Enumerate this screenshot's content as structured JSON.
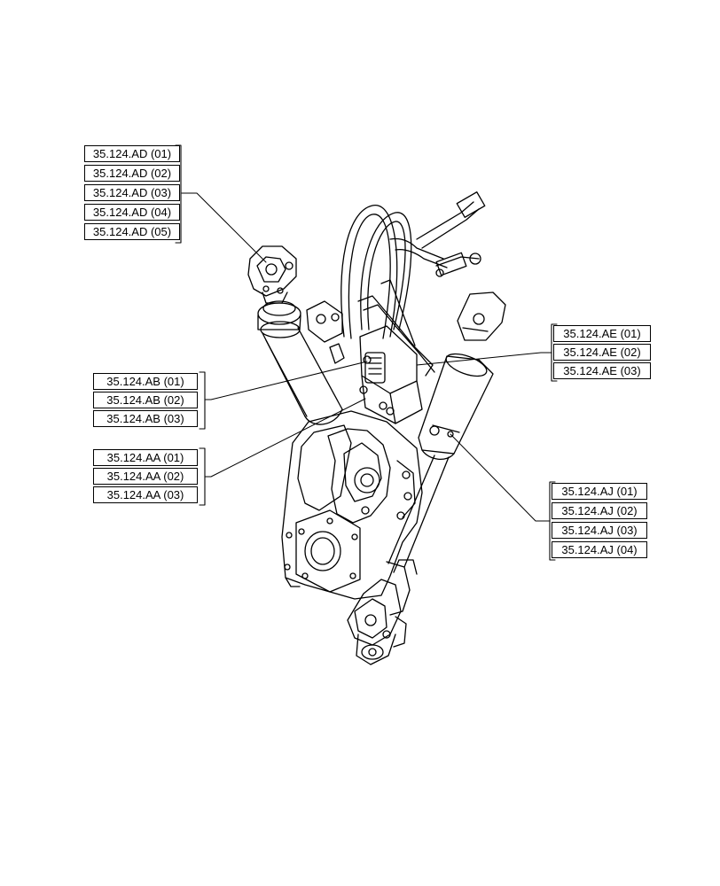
{
  "callouts": {
    "ad": [
      "35.124.AD (01)",
      "35.124.AD (02)",
      "35.124.AD (03)",
      "35.124.AD (04)",
      "35.124.AD (05)"
    ],
    "ab": [
      "35.124.AB (01)",
      "35.124.AB (02)",
      "35.124.AB (03)"
    ],
    "aa": [
      "35.124.AA (01)",
      "35.124.AA (02)",
      "35.124.AA (03)"
    ],
    "ae": [
      "35.124.AE (01)",
      "35.124.AE (02)",
      "35.124.AE (03)"
    ],
    "aj": [
      "35.124.AJ (01)",
      "35.124.AJ (02)",
      "35.124.AJ (03)",
      "35.124.AJ (04)"
    ]
  }
}
